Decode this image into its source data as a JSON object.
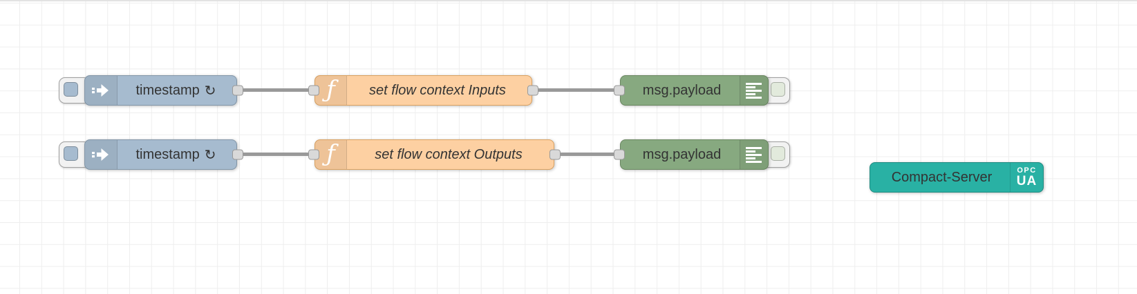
{
  "workspace": {
    "app": "Node-RED flow editor canvas",
    "colors": {
      "canvas_bg": "#ffffff",
      "canvas_top_border": "#e2e2e2",
      "grid_line": "#eeeeee",
      "inject_fill": "#a6bbcf",
      "inject_border": "#8195a7",
      "function_fill": "#fdd0a2",
      "function_border": "#d9a05f",
      "debug_fill": "#87a980",
      "debug_border": "#68855f",
      "server_fill": "#29b1a4",
      "server_border": "#1e8a80",
      "port_fill": "#d9d9d9",
      "port_border": "#999999",
      "wire": "#999999",
      "label_text": "#333333",
      "button_fill": "#f2f2f2",
      "button_border": "#9f9f9f",
      "toggle_inner": "#e2eadc"
    },
    "nodes": {
      "inject_inputs": {
        "type": "inject",
        "label": "timestamp",
        "repeat_indicator": "↻"
      },
      "function_inputs": {
        "type": "function",
        "label": "set flow context Inputs",
        "icon_glyph": "ƒ"
      },
      "debug_inputs": {
        "type": "debug",
        "label": "msg.payload"
      },
      "inject_outputs": {
        "type": "inject",
        "label": "timestamp",
        "repeat_indicator": "↻"
      },
      "function_outputs": {
        "type": "function",
        "label": "set flow context Outputs",
        "icon_glyph": "ƒ"
      },
      "debug_outputs": {
        "type": "debug",
        "label": "msg.payload"
      },
      "opcua_server": {
        "type": "opcua-compact-server",
        "label": "Compact-Server",
        "badge_top": "OPC",
        "badge_bottom": "UA"
      }
    },
    "wires": [
      {
        "from": "inject_inputs",
        "to": "function_inputs"
      },
      {
        "from": "function_inputs",
        "to": "debug_inputs"
      },
      {
        "from": "inject_outputs",
        "to": "function_outputs"
      },
      {
        "from": "function_outputs",
        "to": "debug_outputs"
      }
    ]
  }
}
